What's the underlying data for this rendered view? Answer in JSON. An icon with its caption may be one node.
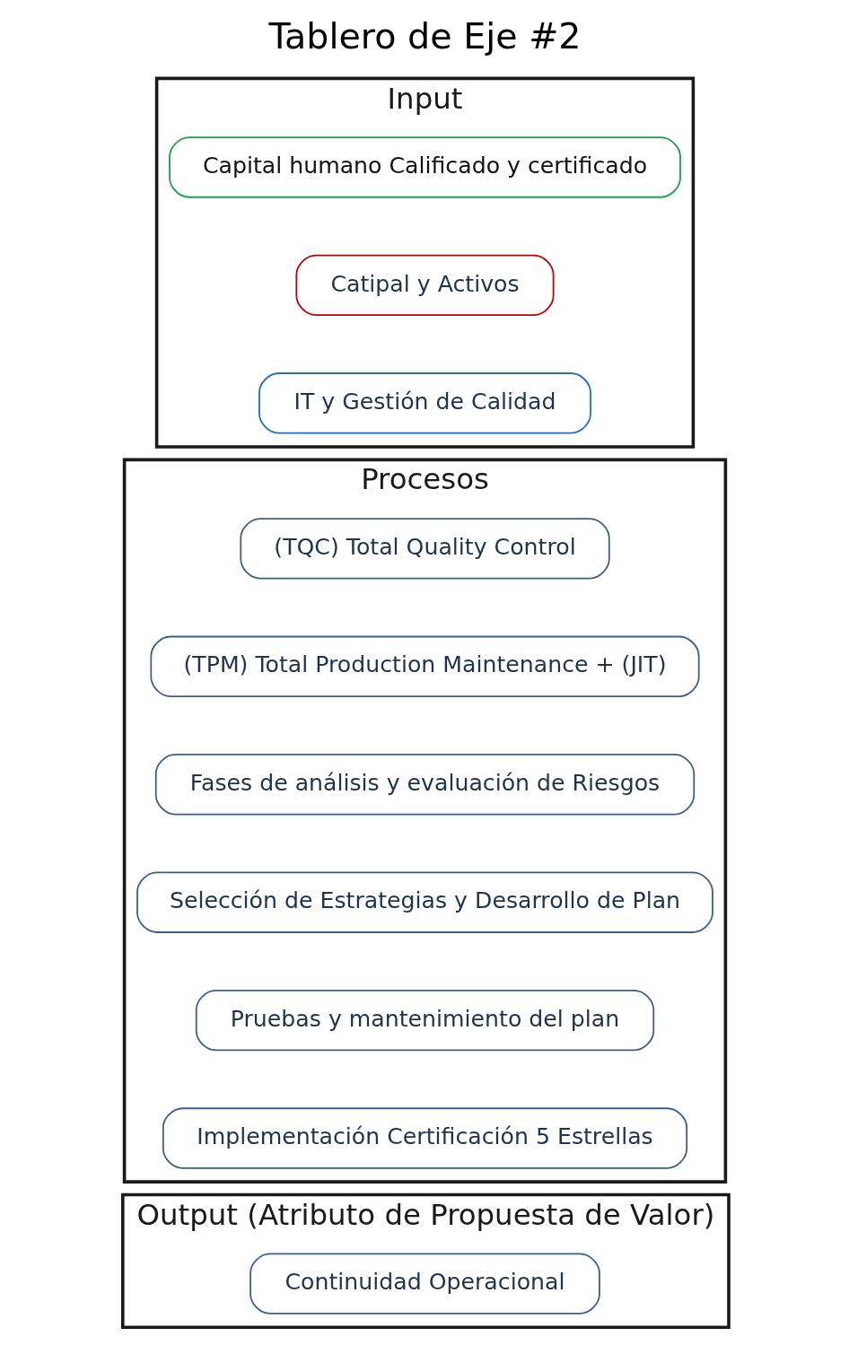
{
  "diagram": {
    "title": "Tablero de Eje #2",
    "nodes": [
      {
        "text": [
          "Output (Atributo de Propuesta de Valor)"
        ]
      },
      {
        "text": [
          "Continuidad Operacional"
        ],
        "in": 0
      },
      {
        "text": [
          "Procesos"
        ]
      },
      {
        "text": [
          "(TQC) Total Quality Control"
        ],
        "in": 2
      },
      {
        "text": [
          "(TPM) Total Production Maintenance + (JIT)"
        ],
        "in": 2
      },
      {
        "text": [
          "Fases de análisis y evaluación de Riesgos"
        ],
        "in": 2
      },
      {
        "text": [
          "Selección de Estrategias y Desarrollo de Plan"
        ],
        "in": 2
      },
      {
        "text": [
          "Pruebas y mantenimiento del plan"
        ],
        "in": 2
      },
      {
        "text": [
          "Implementación Certificación 5 Estrellas"
        ],
        "in": 2
      },
      {
        "text": [
          "Input"
        ]
      },
      {
        "text": [
          "Capital humano Calificado y certificado"
        ],
        "in": 9
      },
      {
        "text": [
          "Catipal y Activos"
        ],
        "in": 9
      },
      {
        "text": [
          "IT y Gestión de Calidad"
        ],
        "in": 9
      }
    ],
    "edges": []
  }
}
